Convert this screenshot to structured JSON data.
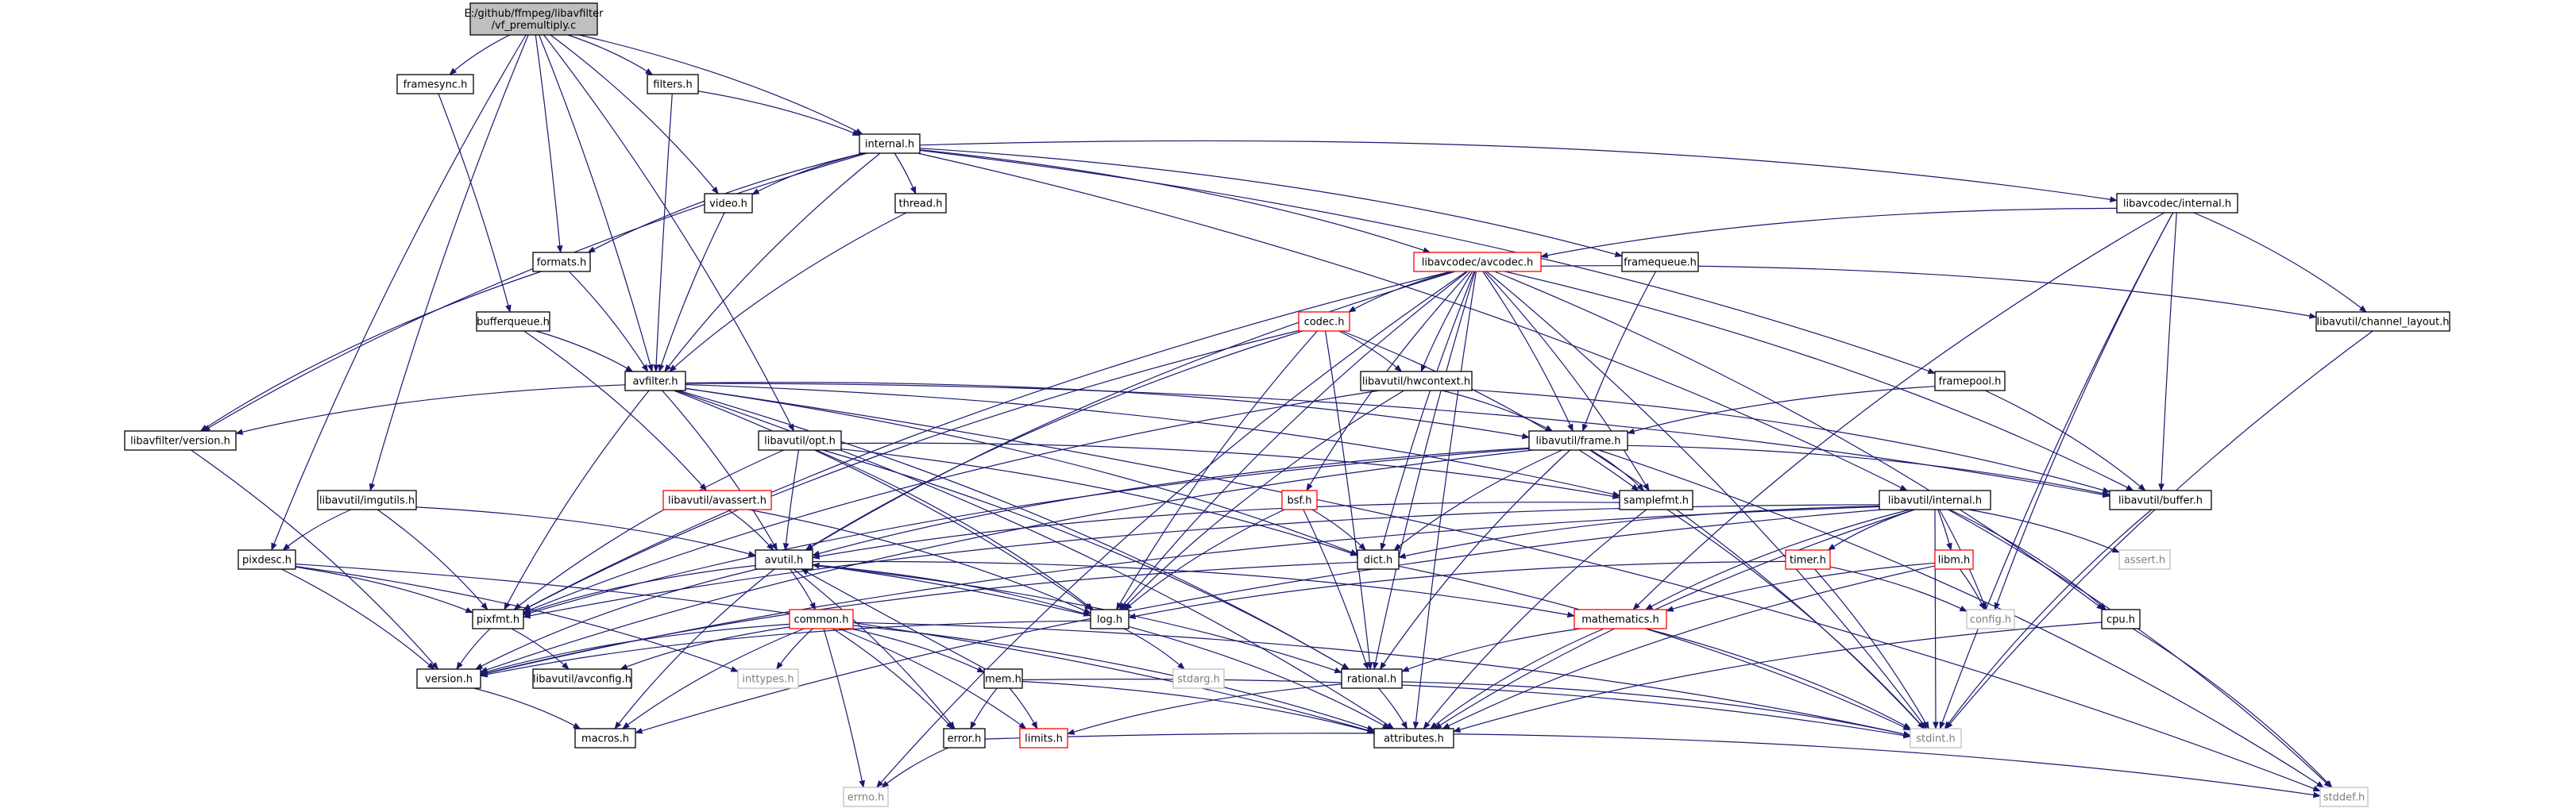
{
  "colors": {
    "edge": "#191970",
    "box_normal": "#000000",
    "box_truncated": "#ff0000",
    "box_system": "#bfbfbf",
    "root_fill": "#bfbfbf",
    "text_normal": "#000000",
    "text_system": "#7f7f7f"
  },
  "nodes": [
    {
      "id": "root",
      "label": [
        "E:/github/ffmpeg/libavfilter",
        "/vf_premultiply.c"
      ],
      "style": "root"
    },
    {
      "id": "framesync",
      "label": [
        "framesync.h"
      ],
      "style": "normal"
    },
    {
      "id": "filters",
      "label": [
        "filters.h"
      ],
      "style": "normal"
    },
    {
      "id": "internal",
      "label": [
        "internal.h"
      ],
      "style": "normal"
    },
    {
      "id": "video",
      "label": [
        "video.h"
      ],
      "style": "normal"
    },
    {
      "id": "thread",
      "label": [
        "thread.h"
      ],
      "style": "normal"
    },
    {
      "id": "lavc_internal",
      "label": [
        "libavcodec/internal.h"
      ],
      "style": "normal"
    },
    {
      "id": "formats",
      "label": [
        "formats.h"
      ],
      "style": "normal"
    },
    {
      "id": "avcodec",
      "label": [
        "libavcodec/avcodec.h"
      ],
      "style": "truncated"
    },
    {
      "id": "framequeue",
      "label": [
        "framequeue.h"
      ],
      "style": "normal"
    },
    {
      "id": "bufferqueue",
      "label": [
        "bufferqueue.h"
      ],
      "style": "normal"
    },
    {
      "id": "codec",
      "label": [
        "codec.h"
      ],
      "style": "truncated"
    },
    {
      "id": "channel_layout",
      "label": [
        "libavutil/channel_layout.h"
      ],
      "style": "normal"
    },
    {
      "id": "avfilter",
      "label": [
        "avfilter.h"
      ],
      "style": "normal"
    },
    {
      "id": "hwcontext",
      "label": [
        "libavutil/hwcontext.h"
      ],
      "style": "normal"
    },
    {
      "id": "framepool",
      "label": [
        "framepool.h"
      ],
      "style": "normal"
    },
    {
      "id": "lavfi_version",
      "label": [
        "libavfilter/version.h"
      ],
      "style": "normal"
    },
    {
      "id": "opt",
      "label": [
        "libavutil/opt.h"
      ],
      "style": "normal"
    },
    {
      "id": "frame",
      "label": [
        "libavutil/frame.h"
      ],
      "style": "normal"
    },
    {
      "id": "imgutils",
      "label": [
        "libavutil/imgutils.h"
      ],
      "style": "normal"
    },
    {
      "id": "avassert",
      "label": [
        "libavutil/avassert.h"
      ],
      "style": "truncated"
    },
    {
      "id": "bsf",
      "label": [
        "bsf.h"
      ],
      "style": "truncated"
    },
    {
      "id": "samplefmt",
      "label": [
        "samplefmt.h"
      ],
      "style": "normal"
    },
    {
      "id": "lavu_internal",
      "label": [
        "libavutil/internal.h"
      ],
      "style": "normal"
    },
    {
      "id": "buffer",
      "label": [
        "libavutil/buffer.h"
      ],
      "style": "normal"
    },
    {
      "id": "pixdesc",
      "label": [
        "pixdesc.h"
      ],
      "style": "normal"
    },
    {
      "id": "avutil",
      "label": [
        "avutil.h"
      ],
      "style": "normal"
    },
    {
      "id": "dict",
      "label": [
        "dict.h"
      ],
      "style": "normal"
    },
    {
      "id": "timer",
      "label": [
        "timer.h"
      ],
      "style": "truncated"
    },
    {
      "id": "libm",
      "label": [
        "libm.h"
      ],
      "style": "truncated"
    },
    {
      "id": "assert",
      "label": [
        "assert.h"
      ],
      "style": "system"
    },
    {
      "id": "pixfmt",
      "label": [
        "pixfmt.h"
      ],
      "style": "normal"
    },
    {
      "id": "common",
      "label": [
        "common.h"
      ],
      "style": "truncated"
    },
    {
      "id": "log",
      "label": [
        "log.h"
      ],
      "style": "normal"
    },
    {
      "id": "mathematics",
      "label": [
        "mathematics.h"
      ],
      "style": "truncated"
    },
    {
      "id": "config",
      "label": [
        "config.h"
      ],
      "style": "system"
    },
    {
      "id": "cpu",
      "label": [
        "cpu.h"
      ],
      "style": "normal"
    },
    {
      "id": "version",
      "label": [
        "version.h"
      ],
      "style": "normal"
    },
    {
      "id": "avconfig",
      "label": [
        "libavutil/avconfig.h"
      ],
      "style": "normal"
    },
    {
      "id": "inttypes",
      "label": [
        "inttypes.h"
      ],
      "style": "system"
    },
    {
      "id": "mem",
      "label": [
        "mem.h"
      ],
      "style": "normal"
    },
    {
      "id": "stdarg",
      "label": [
        "stdarg.h"
      ],
      "style": "system"
    },
    {
      "id": "rational",
      "label": [
        "rational.h"
      ],
      "style": "normal"
    },
    {
      "id": "macros",
      "label": [
        "macros.h"
      ],
      "style": "normal"
    },
    {
      "id": "limits",
      "label": [
        "limits.h"
      ],
      "style": "truncated"
    },
    {
      "id": "attributes",
      "label": [
        "attributes.h"
      ],
      "style": "normal"
    },
    {
      "id": "stdint",
      "label": [
        "stdint.h"
      ],
      "style": "system"
    },
    {
      "id": "error",
      "label": [
        "error.h"
      ],
      "style": "normal"
    },
    {
      "id": "errno",
      "label": [
        "errno.h"
      ],
      "style": "system"
    },
    {
      "id": "stddef",
      "label": [
        "stddef.h"
      ],
      "style": "system"
    }
  ],
  "edges": [
    [
      "root",
      "framesync"
    ],
    [
      "root",
      "filters"
    ],
    [
      "root",
      "internal"
    ],
    [
      "root",
      "video"
    ],
    [
      "root",
      "formats"
    ],
    [
      "root",
      "avfilter"
    ],
    [
      "root",
      "opt"
    ],
    [
      "root",
      "imgutils"
    ],
    [
      "root",
      "pixdesc"
    ],
    [
      "framesync",
      "bufferqueue"
    ],
    [
      "filters",
      "avfilter"
    ],
    [
      "filters",
      "internal"
    ],
    [
      "internal",
      "video"
    ],
    [
      "internal",
      "thread"
    ],
    [
      "internal",
      "lavc_internal"
    ],
    [
      "internal",
      "formats"
    ],
    [
      "internal",
      "avcodec"
    ],
    [
      "internal",
      "framequeue"
    ],
    [
      "internal",
      "avfilter"
    ],
    [
      "internal",
      "lavfi_version"
    ],
    [
      "internal",
      "framepool"
    ],
    [
      "internal",
      "lavu_internal"
    ],
    [
      "video",
      "avfilter"
    ],
    [
      "thread",
      "avfilter"
    ],
    [
      "formats",
      "avfilter"
    ],
    [
      "formats",
      "lavfi_version"
    ],
    [
      "lavc_internal",
      "avcodec"
    ],
    [
      "lavc_internal",
      "channel_layout"
    ],
    [
      "lavc_internal",
      "buffer"
    ],
    [
      "lavc_internal",
      "mathematics"
    ],
    [
      "lavc_internal",
      "config"
    ],
    [
      "lavc_internal",
      "stdint"
    ],
    [
      "avcodec",
      "codec"
    ],
    [
      "avcodec",
      "hwcontext"
    ],
    [
      "avcodec",
      "bsf"
    ],
    [
      "avcodec",
      "frame"
    ],
    [
      "avcodec",
      "samplefmt"
    ],
    [
      "avcodec",
      "dict"
    ],
    [
      "avcodec",
      "log"
    ],
    [
      "avcodec",
      "rational"
    ],
    [
      "avcodec",
      "attributes"
    ],
    [
      "avcodec",
      "avutil"
    ],
    [
      "avcodec",
      "buffer"
    ],
    [
      "avcodec",
      "channel_layout"
    ],
    [
      "avcodec",
      "pixfmt"
    ],
    [
      "avcodec",
      "cpu"
    ],
    [
      "avcodec",
      "stdint"
    ],
    [
      "avcodec",
      "errno"
    ],
    [
      "framequeue",
      "frame"
    ],
    [
      "bufferqueue",
      "avfilter"
    ],
    [
      "bufferqueue",
      "avassert"
    ],
    [
      "codec",
      "hwcontext"
    ],
    [
      "codec",
      "avutil"
    ],
    [
      "codec",
      "log"
    ],
    [
      "codec",
      "pixfmt"
    ],
    [
      "codec",
      "rational"
    ],
    [
      "codec",
      "samplefmt"
    ],
    [
      "channel_layout",
      "stdint"
    ],
    [
      "avfilter",
      "lavfi_version"
    ],
    [
      "avfilter",
      "frame"
    ],
    [
      "avfilter",
      "samplefmt"
    ],
    [
      "avfilter",
      "dict"
    ],
    [
      "avfilter",
      "log"
    ],
    [
      "avfilter",
      "rational"
    ],
    [
      "avfilter",
      "attributes"
    ],
    [
      "avfilter",
      "avutil"
    ],
    [
      "avfilter",
      "pixfmt"
    ],
    [
      "avfilter",
      "buffer"
    ],
    [
      "avfilter",
      "stddef"
    ],
    [
      "hwcontext",
      "frame"
    ],
    [
      "hwcontext",
      "buffer"
    ],
    [
      "hwcontext",
      "log"
    ],
    [
      "hwcontext",
      "pixfmt"
    ],
    [
      "framepool",
      "frame"
    ],
    [
      "framepool",
      "buffer"
    ],
    [
      "lavfi_version",
      "version"
    ],
    [
      "opt",
      "avutil"
    ],
    [
      "opt",
      "dict"
    ],
    [
      "opt",
      "log"
    ],
    [
      "opt",
      "rational"
    ],
    [
      "opt",
      "pixfmt"
    ],
    [
      "opt",
      "samplefmt"
    ],
    [
      "frame",
      "avutil"
    ],
    [
      "frame",
      "buffer"
    ],
    [
      "frame",
      "dict"
    ],
    [
      "frame",
      "rational"
    ],
    [
      "frame",
      "samplefmt"
    ],
    [
      "frame",
      "pixfmt"
    ],
    [
      "frame",
      "version"
    ],
    [
      "frame",
      "stddef"
    ],
    [
      "frame",
      "stdint"
    ],
    [
      "imgutils",
      "avutil"
    ],
    [
      "imgutils",
      "pixdesc"
    ],
    [
      "imgutils",
      "pixfmt"
    ],
    [
      "avassert",
      "avutil"
    ],
    [
      "avassert",
      "log"
    ],
    [
      "bsf",
      "dict"
    ],
    [
      "bsf",
      "log"
    ],
    [
      "bsf",
      "rational"
    ],
    [
      "samplefmt",
      "avutil"
    ],
    [
      "samplefmt",
      "attributes"
    ],
    [
      "samplefmt",
      "stdint"
    ],
    [
      "lavu_internal",
      "timer"
    ],
    [
      "lavu_internal",
      "libm"
    ],
    [
      "lavu_internal",
      "assert"
    ],
    [
      "lavu_internal",
      "config"
    ],
    [
      "lavu_internal",
      "cpu"
    ],
    [
      "lavu_internal",
      "dict"
    ],
    [
      "lavu_internal",
      "pixfmt"
    ],
    [
      "lavu_internal",
      "version"
    ],
    [
      "lavu_internal",
      "attributes"
    ],
    [
      "lavu_internal",
      "macros"
    ],
    [
      "lavu_internal",
      "stdint"
    ],
    [
      "lavu_internal",
      "stddef"
    ],
    [
      "lavu_internal",
      "mathematics"
    ],
    [
      "buffer",
      "stdint"
    ],
    [
      "pixdesc",
      "pixfmt"
    ],
    [
      "pixdesc",
      "version"
    ],
    [
      "pixdesc",
      "inttypes"
    ],
    [
      "pixdesc",
      "attributes"
    ],
    [
      "avutil",
      "pixfmt"
    ],
    [
      "avutil",
      "common"
    ],
    [
      "avutil",
      "log"
    ],
    [
      "avutil",
      "mathematics"
    ],
    [
      "avutil",
      "rational"
    ],
    [
      "avutil",
      "version"
    ],
    [
      "avutil",
      "macros"
    ],
    [
      "avutil",
      "error"
    ],
    [
      "dict",
      "stdint"
    ],
    [
      "dict",
      "version"
    ],
    [
      "timer",
      "config"
    ],
    [
      "timer",
      "log"
    ],
    [
      "timer",
      "stdint"
    ],
    [
      "libm",
      "config"
    ],
    [
      "libm",
      "attributes"
    ],
    [
      "libm",
      "mathematics"
    ],
    [
      "pixfmt",
      "version"
    ],
    [
      "pixfmt",
      "avconfig"
    ],
    [
      "common",
      "mem"
    ],
    [
      "common",
      "error"
    ],
    [
      "common",
      "version"
    ],
    [
      "common",
      "attributes"
    ],
    [
      "common",
      "macros"
    ],
    [
      "common",
      "inttypes"
    ],
    [
      "common",
      "errno"
    ],
    [
      "common",
      "limits"
    ],
    [
      "common",
      "avconfig"
    ],
    [
      "common",
      "stdint"
    ],
    [
      "log",
      "version"
    ],
    [
      "log",
      "stdarg"
    ],
    [
      "log",
      "attributes"
    ],
    [
      "log",
      "avutil"
    ],
    [
      "mathematics",
      "rational"
    ],
    [
      "mathematics",
      "attributes"
    ],
    [
      "mathematics",
      "stdint"
    ],
    [
      "mathematics",
      "intfloat"
    ],
    [
      "cpu",
      "attributes"
    ],
    [
      "cpu",
      "stddef"
    ],
    [
      "mem",
      "error"
    ],
    [
      "mem",
      "attributes"
    ],
    [
      "mem",
      "limits"
    ],
    [
      "mem",
      "avutil"
    ],
    [
      "mem",
      "stdint"
    ],
    [
      "rational",
      "attributes"
    ],
    [
      "rational",
      "limits"
    ],
    [
      "rational",
      "stdint"
    ],
    [
      "version",
      "macros"
    ],
    [
      "error",
      "errno"
    ],
    [
      "error",
      "stddef"
    ]
  ]
}
